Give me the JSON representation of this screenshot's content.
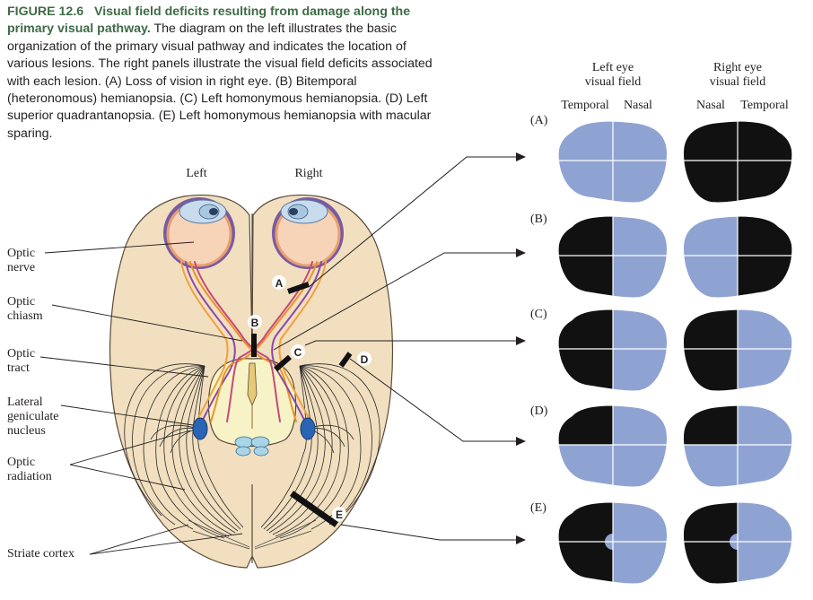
{
  "caption": {
    "figure_label": "FIGURE 12.6",
    "title": "Visual field deficits resulting from damage along the primary visual pathway.",
    "body": "The diagram on the left illustrates the basic organization of the primary visual pathway and indicates the location of various lesions. The right panels illustrate the visual field deficits associated with each lesion. (A) Loss of vision in right eye. (B) Bitemporal (heteronomous) hemianopsia. (C) Left homonymous hemianopsia. (D) Left superior quadrantanopsia. (E) Left homonymous hemianopsia with macular sparing."
  },
  "brain": {
    "side_left": "Left",
    "side_right": "Right",
    "structure_labels": [
      {
        "id": "optic-nerve",
        "lines": [
          "Optic",
          "nerve"
        ]
      },
      {
        "id": "optic-chiasm",
        "lines": [
          "Optic",
          "chiasm"
        ]
      },
      {
        "id": "optic-tract",
        "lines": [
          "Optic",
          "tract"
        ]
      },
      {
        "id": "lateral-geniculate-nucleus",
        "lines": [
          "Lateral",
          "geniculate",
          "nucleus"
        ]
      },
      {
        "id": "optic-radiation",
        "lines": [
          "Optic",
          "radiation"
        ]
      },
      {
        "id": "striate-cortex",
        "lines": [
          "Striate cortex"
        ]
      }
    ],
    "lesion_markers": [
      "A",
      "B",
      "C",
      "D",
      "E"
    ]
  },
  "fields": {
    "left_eye_header": [
      "Left eye",
      "visual field"
    ],
    "right_eye_header": [
      "Right eye",
      "visual field"
    ],
    "left_temporal": "Temporal",
    "left_nasal": "Nasal",
    "right_nasal": "Nasal",
    "right_temporal": "Temporal",
    "rows": [
      {
        "label": "(A)",
        "left_eye": "intact",
        "right_eye": "complete loss"
      },
      {
        "label": "(B)",
        "left_eye": "temporal half lost",
        "right_eye": "temporal half lost"
      },
      {
        "label": "(C)",
        "left_eye": "left half lost",
        "right_eye": "left half lost"
      },
      {
        "label": "(D)",
        "left_eye": "upper left quadrant lost",
        "right_eye": "upper left quadrant lost"
      },
      {
        "label": "(E)",
        "left_eye": "left half lost, macula spared",
        "right_eye": "left half lost, macula spared"
      }
    ]
  },
  "colors": {
    "field_seen": "#8fa3d2",
    "field_lost": "#111111",
    "brain_fill": "#f1dfbf",
    "thalamus_fill": "#f8f3c6",
    "lgn_fill": "#2a65b5",
    "caption_title": "#3e6b45"
  }
}
